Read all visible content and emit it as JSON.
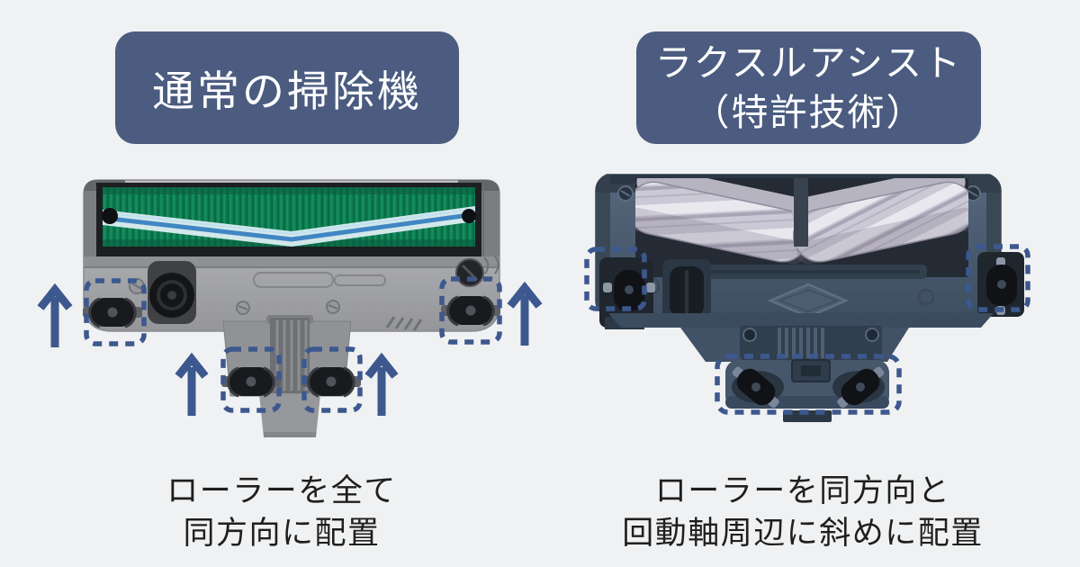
{
  "background_color": "#f0f1f2",
  "annotation_color": "#3c588e",
  "badge_bg_color": "#4b5c80",
  "badge_text_color": "#ffffff",
  "caption_text_color": "#1f1f1f",
  "left_panel": {
    "badge_lines": [
      "通常の掃除機"
    ],
    "caption_lines": [
      "ローラーを全て",
      "同方向に配置"
    ],
    "illustration": "normal-vacuum-head-bottom-view",
    "brush_color": "#0d7e53",
    "roller_highlight_count": 4,
    "arrow_count": 4
  },
  "right_panel": {
    "badge_lines": [
      "ラクスルアシスト",
      "（特許技術）"
    ],
    "caption_lines": [
      "ローラーを同方向と",
      "回動軸周辺に斜めに配置"
    ],
    "illustration": "rakuru-assist-head-bottom-view",
    "body_color": "#4a5a6e",
    "roller_highlight_count": 3,
    "arrow_count": 0
  }
}
